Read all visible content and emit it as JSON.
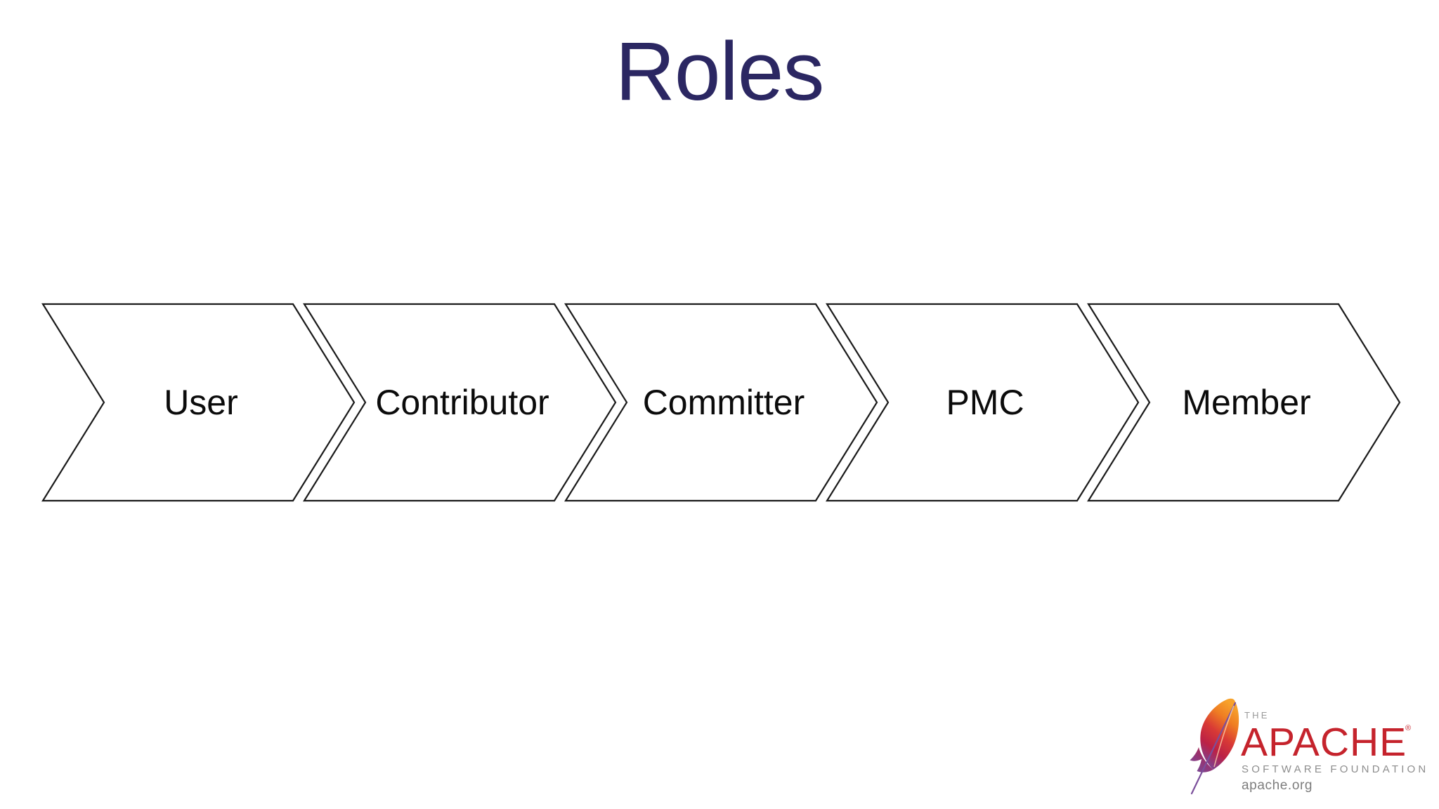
{
  "slide": {
    "title": "Roles",
    "title_color": "#2b2762",
    "background_color": "#ffffff"
  },
  "pipeline": {
    "outline_color": "#1a1a1a",
    "fill_color": "#ffffff",
    "label_color": "#0b0b0b",
    "steps": [
      {
        "label": "User"
      },
      {
        "label": "Contributor"
      },
      {
        "label": "Committer"
      },
      {
        "label": "PMC"
      },
      {
        "label": "Member"
      }
    ]
  },
  "logo": {
    "name": "apache-software-foundation-logo",
    "the": "THE",
    "apache": "APACHE",
    "registered_mark": "®",
    "software_foundation": "SOFTWARE FOUNDATION",
    "url": "apache.org",
    "apache_color": "#c5232c",
    "text_color": "#8d8d8d",
    "feather_top_color": "#f39422",
    "feather_mid_color": "#c9243f",
    "feather_bottom_color": "#7b4397"
  }
}
